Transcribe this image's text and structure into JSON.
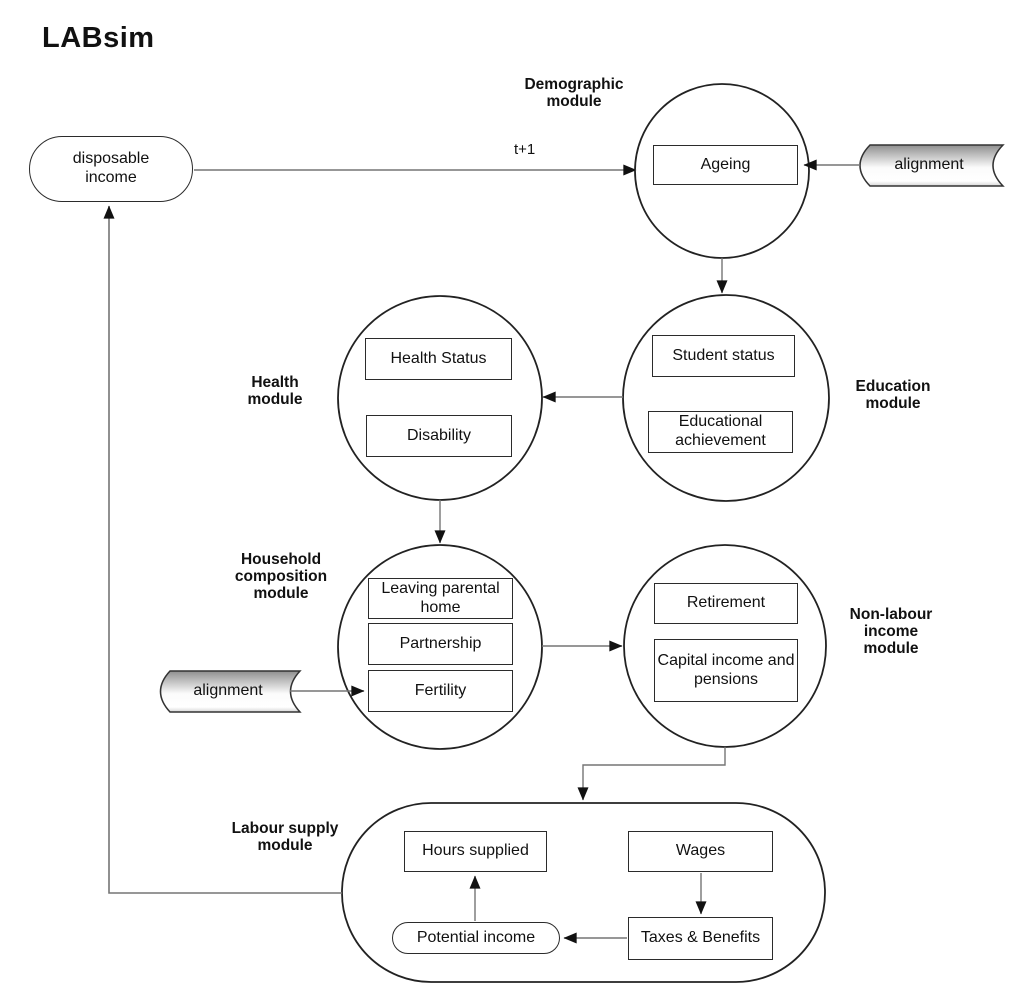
{
  "title": "LABsim",
  "labels": {
    "t_plus_1": "t+1"
  },
  "nodes": {
    "disposable_income": "disposable income",
    "alignment_top": "alignment",
    "alignment_left": "alignment"
  },
  "modules": {
    "demographic": {
      "label": "Demographic module",
      "ageing": "Ageing"
    },
    "education": {
      "label": "Education module",
      "student_status": "Student status",
      "educational_achievement": "Educational achievement"
    },
    "health": {
      "label": "Health module",
      "health_status": "Health Status",
      "disability": "Disability"
    },
    "household": {
      "label": "Household composition module",
      "leaving_parental_home": "Leaving parental home",
      "partnership": "Partnership",
      "fertility": "Fertility"
    },
    "non_labour": {
      "label": "Non-labour income module",
      "retirement": "Retirement",
      "capital_income": "Capital income and pensions"
    },
    "labour": {
      "label": "Labour supply module",
      "hours_supplied": "Hours supplied",
      "wages": "Wages",
      "potential_income": "Potential income",
      "taxes_benefits": "Taxes & Benefits"
    }
  },
  "colors": {
    "background": "#ffffff",
    "shape_stroke": "#222222",
    "box_border": "#2b2b2b",
    "connector": "#757575",
    "arrowhead": "#111111",
    "cylinder_dark": "#8f8f8f",
    "cylinder_light": "#fbfbfb",
    "cylinder_shade": "#d6d6d6",
    "text": "#111111"
  }
}
